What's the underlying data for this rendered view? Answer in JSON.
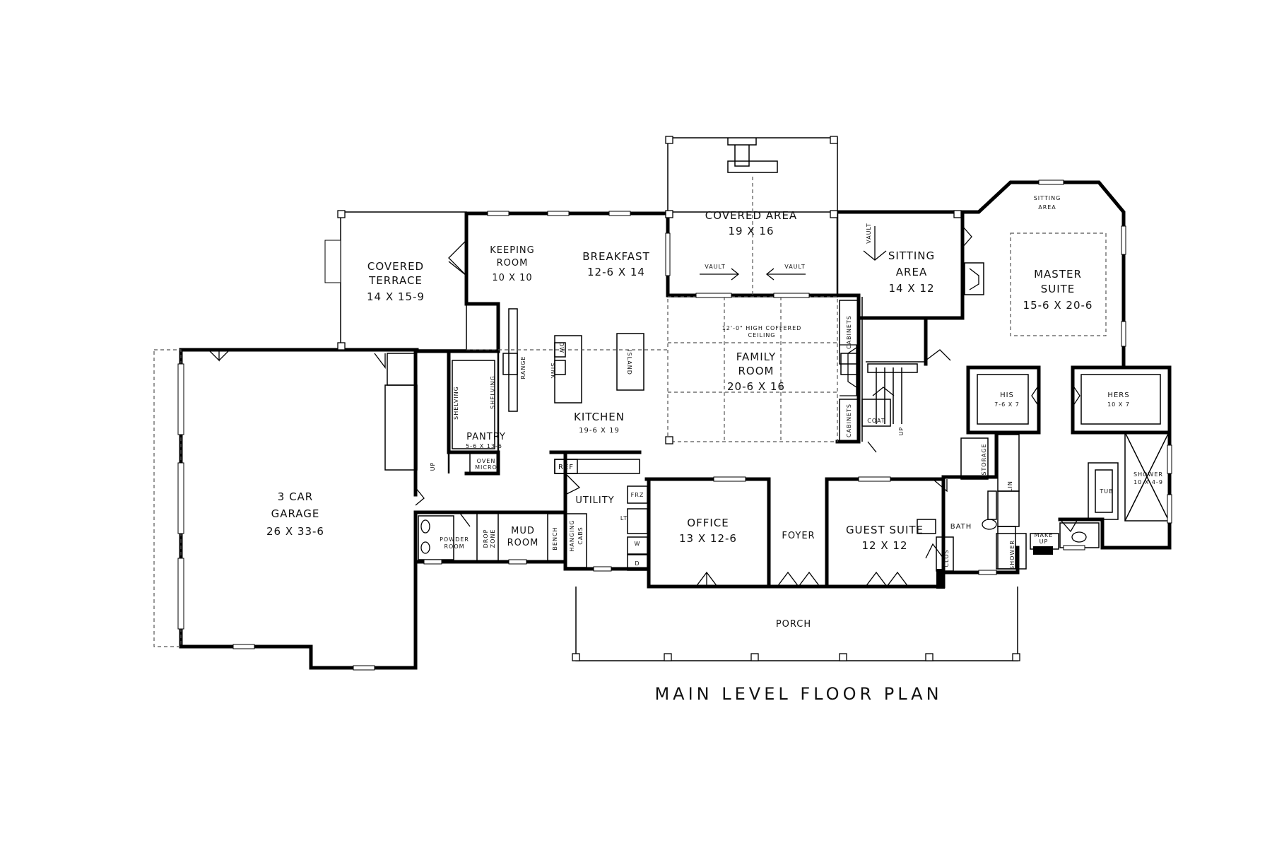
{
  "diagram": {
    "title": "MAIN LEVEL FLOOR PLAN",
    "rooms": {
      "covered_area": {
        "name": "COVERED  AREA",
        "size": "19 X 16"
      },
      "covered_terrace": {
        "name1": "COVERED",
        "name2": "TERRACE",
        "size": "14 X 15-9"
      },
      "keeping_room": {
        "name1": "KEEPING",
        "name2": "ROOM",
        "size": "10 X 10"
      },
      "breakfast": {
        "name": "BREAKFAST",
        "size": "12-6 X 14"
      },
      "sitting_area": {
        "name1": "SITTING",
        "name2": "AREA",
        "size": "14 X 12"
      },
      "master_suite": {
        "name1": "MASTER",
        "name2": "SUITE",
        "size": "15-6 X 20-6"
      },
      "master_sitting": {
        "name1": "SITTING",
        "name2": "AREA"
      },
      "family_room": {
        "name1": "FAMILY",
        "name2": "ROOM",
        "size": "20-6 X 16",
        "note1": "12'-0\" HIGH COFFERED",
        "note2": "CEILING"
      },
      "kitchen": {
        "name": "KITCHEN",
        "size": "19-6 X 19"
      },
      "pantry": {
        "name": "PANTRY",
        "size": "5-6 X 13-6"
      },
      "garage": {
        "name1": "3 CAR",
        "name2": "GARAGE",
        "size": "26 X 33-6"
      },
      "powder_room": {
        "name1": "POWDER",
        "name2": "ROOM"
      },
      "mud_room": {
        "name1": "MUD",
        "name2": "ROOM"
      },
      "office": {
        "name": "OFFICE",
        "size": "13 X 12-6"
      },
      "foyer": {
        "name": "FOYER"
      },
      "guest_suite": {
        "name": "GUEST SUITE",
        "size": "12 X 12"
      },
      "porch": {
        "name": "PORCH"
      },
      "his": {
        "name": "HIS",
        "size": "7-6 X 7"
      },
      "hers": {
        "name": "HERS",
        "size": "10 X 7"
      },
      "utility": {
        "name": "UTILITY"
      },
      "bath": {
        "name": "BATH"
      }
    },
    "labels": {
      "vault": "VAULT",
      "sink": "SINK",
      "dw": "DW",
      "island": "ISLAND",
      "range": "RANGE",
      "shelving": "SHELVING",
      "oven": "OVEN",
      "micro": "MICRO",
      "ref": "REF",
      "frz": "FRZ",
      "lt": "LT",
      "w": "W",
      "d": "D",
      "cabinets": "CABINETS",
      "coat": "COAT",
      "up": "UP",
      "drop": "DROP",
      "zone": "ZONE",
      "bench": "BENCH",
      "hanging": "HANGING",
      "cabs": "CABS",
      "storage": "STORAGE",
      "lin": "LIN",
      "tub": "TUB",
      "shower": "SHOWER",
      "shower_size": "10 X 4-9",
      "make": "MAKE",
      "up_small": "UP",
      "clos": "CLOS"
    }
  }
}
